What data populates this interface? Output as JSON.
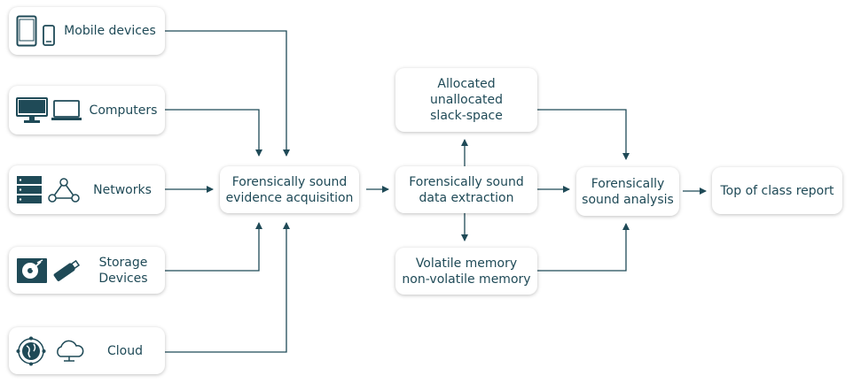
{
  "colors": {
    "line": "#1f4a57",
    "text": "#1f4a57",
    "box_bg": "#ffffff"
  },
  "sources": [
    {
      "id": "mobile",
      "label": "Mobile devices",
      "icons": [
        "tablet-icon",
        "phone-icon"
      ]
    },
    {
      "id": "computers",
      "label": "Computers",
      "icons": [
        "desktop-monitor-icon",
        "laptop-icon"
      ]
    },
    {
      "id": "networks",
      "label": "Networks",
      "icons": [
        "server-rack-icon",
        "network-nodes-icon"
      ]
    },
    {
      "id": "storage",
      "label": "Storage\nDevices",
      "icons": [
        "hard-drive-icon",
        "usb-stick-icon"
      ]
    },
    {
      "id": "cloud",
      "label": "Cloud",
      "icons": [
        "globe-icon",
        "cloud-icon"
      ]
    }
  ],
  "acquisition": "Forensically sound\nevidence acquisition",
  "extraction": "Forensically sound\ndata extraction",
  "allocated": "Allocated\nunallocated\nslack-space",
  "volatile": "Volatile memory\nnon-volatile memory",
  "analysis": "Forensically\nsound analysis",
  "report": "Top of class report"
}
